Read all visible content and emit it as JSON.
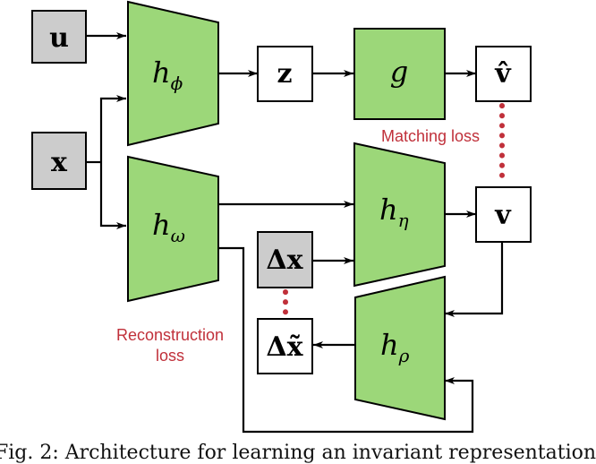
{
  "nodes": {
    "u": "u",
    "x": "x",
    "z": "z",
    "v_hat": "v̂",
    "v": "v",
    "delta_x": "Δx",
    "delta_x_tilde": "Δx̃"
  },
  "functions": {
    "h_phi": {
      "base": "h",
      "sub": "ϕ"
    },
    "g": {
      "base": "g",
      "sub": ""
    },
    "h_omega": {
      "base": "h",
      "sub": "ω"
    },
    "h_eta": {
      "base": "h",
      "sub": "η"
    },
    "h_rho": {
      "base": "h",
      "sub": "ρ"
    }
  },
  "losses": {
    "matching": "Matching loss",
    "reconstruction_line1": "Reconstruction",
    "reconstruction_line2": "loss"
  },
  "caption": "Fig. 2: Architecture for learning an invariant representation",
  "colors": {
    "network_fill": "#9cd779",
    "input_fill": "#cccccc",
    "loss_color": "#c0303a"
  }
}
